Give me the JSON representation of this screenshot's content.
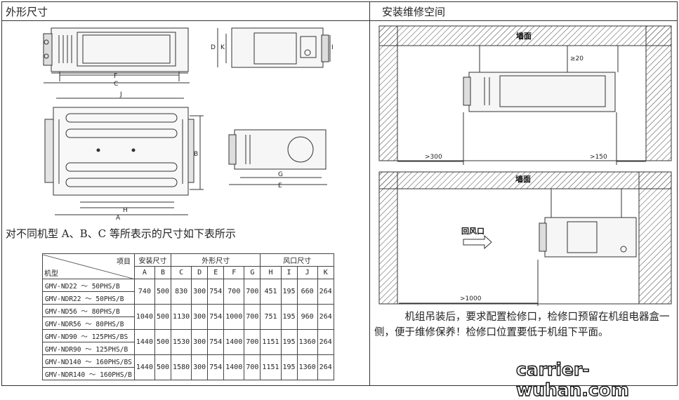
{
  "left_panel": {
    "title": "外形尺寸",
    "caption": "对不同机型 A、B、C 等所表示的尺寸如下表所示",
    "dimension_labels": [
      "D",
      "K",
      "I",
      "F",
      "C",
      "J",
      "B",
      "H",
      "A",
      "G",
      "E"
    ]
  },
  "right_panel": {
    "title": "安装维修空间",
    "wall_label_1": "墙面",
    "wall_label_2": "墙面",
    "clearance_top": "≥20",
    "clearance_left": ">300",
    "clearance_right": ">150",
    "clearance_return": ">1000",
    "return_air_label": "回风口",
    "note": "机组吊装后，要求配置检修口，检修口预留在机组电器盒一侧，便于维修保养！检修口位置要低于机组下平面。"
  },
  "table": {
    "corner_item": "项目",
    "corner_model": "机型",
    "group_install": "安装尺寸",
    "group_outline": "外形尺寸",
    "group_vent": "风口尺寸",
    "columns": [
      "A",
      "B",
      "C",
      "D",
      "E",
      "F",
      "G",
      "H",
      "I",
      "J",
      "K"
    ],
    "rows": [
      {
        "model1": "GMV-ND22 ～ 50PHS/B",
        "model2": "GMV-NDR22 ～ 50PHS/B",
        "values": [
          "740",
          "500",
          "830",
          "300",
          "754",
          "700",
          "700",
          "451",
          "195",
          "660",
          "264"
        ]
      },
      {
        "model1": "GMV-ND56 ～ 80PHS/B",
        "model2": "GMV-NDR56 ～ 80PHS/B",
        "values": [
          "1040",
          "500",
          "1130",
          "300",
          "754",
          "1000",
          "700",
          "751",
          "195",
          "960",
          "264"
        ]
      },
      {
        "model1": "GMV-ND90 ～ 125PHS/BS",
        "model2": "GMV-NDR90 ～ 125PHS/B",
        "values": [
          "1440",
          "500",
          "1530",
          "300",
          "754",
          "1400",
          "700",
          "1151",
          "195",
          "1360",
          "264"
        ]
      },
      {
        "model1": "GMV-ND140 ～ 160PHS/BS",
        "model2": "GMV-NDR140 ～ 160PHS/B",
        "values": [
          "1440",
          "500",
          "1580",
          "300",
          "754",
          "1400",
          "700",
          "1151",
          "195",
          "1360",
          "264"
        ]
      }
    ]
  },
  "watermark": "carrier-wuhan.com"
}
